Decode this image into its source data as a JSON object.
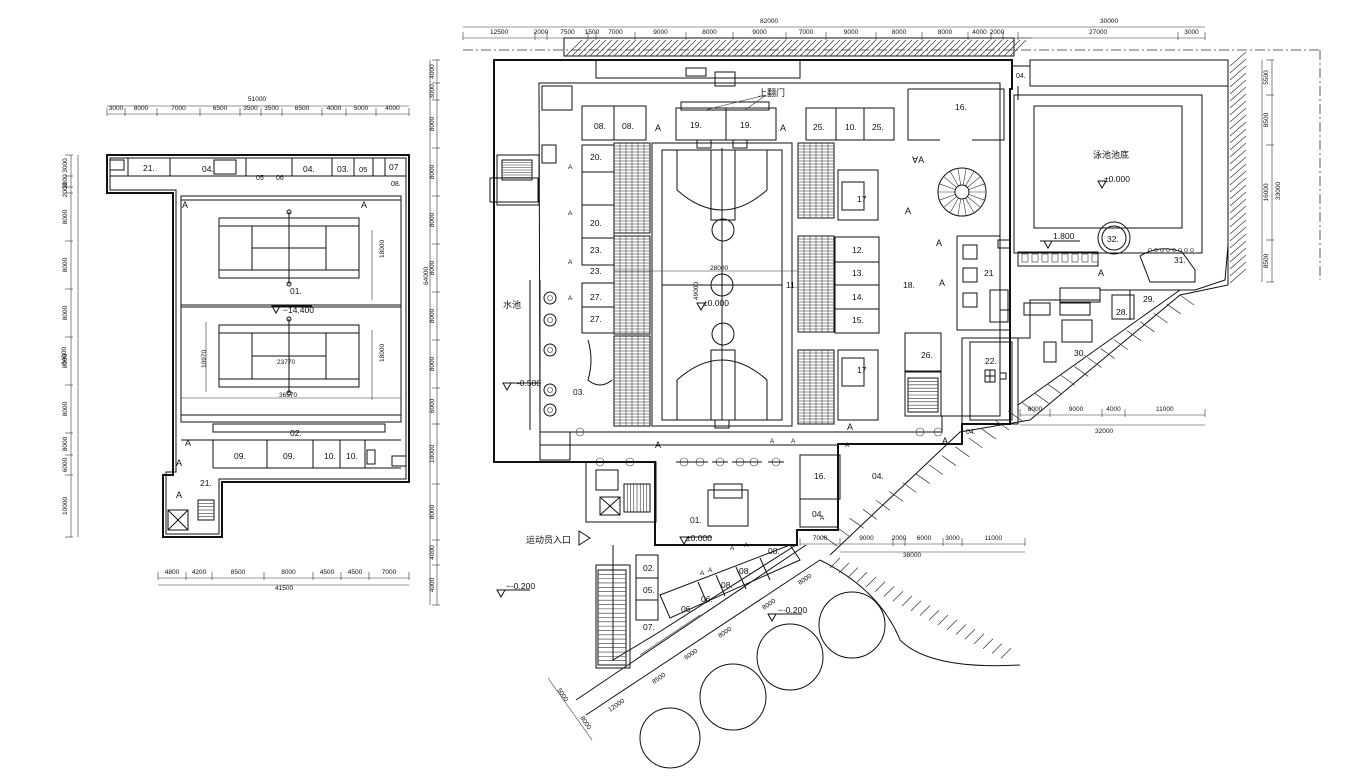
{
  "left_plan": {
    "top_total": "51000",
    "top_dims": [
      "3000",
      "8000",
      "7000",
      "6500",
      "3500",
      "3500",
      "6500",
      "4000",
      "5000",
      "4000"
    ],
    "left_total": "64000",
    "left_dims": [
      "3000",
      "3000",
      "2000",
      "8000",
      "8000",
      "8000",
      "8000",
      "8000",
      "8000",
      "6000",
      "10000"
    ],
    "bottom_total": "41500",
    "bottom_dims": [
      "4800",
      "4200",
      "8500",
      "8000",
      "4500",
      "4500",
      "7000"
    ],
    "rooms_top": [
      "21.",
      "04.",
      "05",
      "06",
      "04.",
      "03.",
      "05",
      "07",
      "08."
    ],
    "court_label": "01.",
    "court_dim_v1": "18000",
    "court_dim_v2": "18000",
    "court_dim_side": "10970",
    "court_len": "23770",
    "court_total": "36570",
    "level": "14.400",
    "rooms_bottom": [
      "02.",
      "09.",
      "09.",
      "10.",
      "10.",
      "21."
    ]
  },
  "main_plan": {
    "top_total": "82000",
    "top_dims": [
      "12500",
      "2000",
      "7500",
      "1500",
      "7000",
      "9000",
      "8000",
      "9000",
      "7000",
      "9000",
      "8000",
      "8000",
      "4000",
      "2000"
    ],
    "pool_top_total": "30000",
    "pool_top_dims": [
      "27000",
      "3000"
    ],
    "left_total": "64000",
    "left_dims": [
      "4000",
      "3000",
      "8000",
      "8000",
      "8000",
      "8000",
      "8000",
      "8000",
      "6000",
      "10000",
      "8000",
      "4000",
      "4000"
    ],
    "right_total": "33000",
    "right_dims": [
      "5500",
      "8500",
      "16000",
      "8500"
    ],
    "door_label": "上翻门",
    "court_w": "28000",
    "court_h": "49000",
    "level_main": "±0.000",
    "level_pool": "±0.000",
    "level_pool_deck": "1.800",
    "level_pond": "-0.500",
    "level_entry": "±0.000",
    "level_outside": "-0.200",
    "level_outside2": "-0.200",
    "pond_label": "水池",
    "pool_label": "泳池池底",
    "entry_label": "运动员入口",
    "rooms": [
      "08.",
      "08.",
      "19.",
      "19.",
      "25.",
      "10.",
      "25.",
      "16.",
      "20.",
      "20.",
      "23.",
      "23.",
      "27.",
      "27.",
      "03.",
      "12.",
      "13.",
      "14.",
      "15.",
      "11.",
      "17",
      "17",
      "26.",
      "18.",
      "21",
      "22.",
      "28.",
      "29.",
      "30.",
      "31.",
      "32.",
      "16.",
      "04.",
      "04.",
      "04.",
      "01.",
      "02.",
      "05.",
      "06.",
      "06.",
      "07.",
      "08.",
      "08.",
      "08."
    ],
    "right_bottom_dims": [
      "8000",
      "9000",
      "4000",
      "11000"
    ],
    "right_bottom_total": "32000",
    "lower_dims": [
      "7000",
      "9000",
      "2000",
      "6000",
      "3000",
      "11000"
    ],
    "lower_total": "38000",
    "diag_dims": [
      "8000",
      "8000",
      "8000",
      "6000",
      "8500",
      "12000",
      "5000",
      "8000"
    ],
    "a_mark": "A"
  }
}
